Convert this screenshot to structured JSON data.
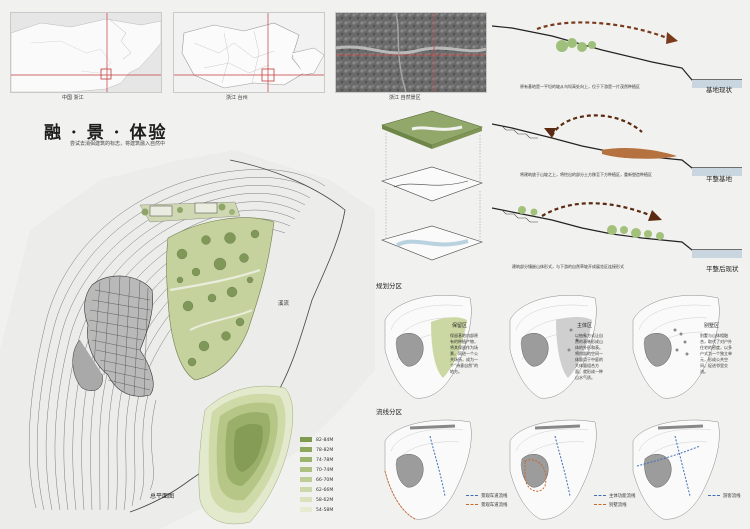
{
  "maps": [
    {
      "caption": "中国  浙江"
    },
    {
      "caption": "浙江  台州"
    },
    {
      "caption": "浙江  自然景区"
    }
  ],
  "title": "融 · 景 · 体验",
  "subtitle": "尝试去消弭建筑的标志，将建筑融入自然中",
  "site_plan": {
    "caption": "总平面图",
    "stream_label": "溪流"
  },
  "legend": [
    {
      "label": "82-84M",
      "color": "#7f9a4f"
    },
    {
      "label": "78-82M",
      "color": "#8ea75d"
    },
    {
      "label": "74-78M",
      "color": "#9db46e"
    },
    {
      "label": "70-74M",
      "color": "#aec181"
    },
    {
      "label": "66-70M",
      "color": "#becd95"
    },
    {
      "label": "62-66M",
      "color": "#ccd8a9"
    },
    {
      "label": "58-62M",
      "color": "#d9e2bd"
    },
    {
      "label": "54-58M",
      "color": "#e6ecd2"
    }
  ],
  "sections": [
    {
      "label": "基地现状",
      "note": "原有基地是一平坦的坡从乌坝高处向上，位于下游是一片茂然种植区"
    },
    {
      "label": "平整基地",
      "note": "将建筑放于山坡之上，将挖出的部分土方移至下方种植区，重新塑造种植区"
    },
    {
      "label": "平整后现状",
      "note": "建筑部分镶嵌山体形式，与下游的自然草坡开成展览区连接形式"
    }
  ],
  "zoning": {
    "title": "规划分区",
    "zones": [
      {
        "label": "保留区",
        "note": "保留基地内部原有的种植产物，将其保留作为场景，同进一个公共场所，成为一个“诗意自然”的地方。"
      },
      {
        "label": "主体区",
        "note": "以抽象方式让自然的表林形成山体的外形和表。将内部的空间一体量用于中庭的大体量组合方面，就形成一种山水气质。"
      },
      {
        "label": "别墅区",
        "note": "别墅与山体相融合，取代了对户外住宅的密度，以多户式为一个独立单元，形成公共空间，促进邻里交流。"
      }
    ]
  },
  "flow": {
    "title": "流线分区",
    "legend_a": [
      {
        "label": "景观车道流线",
        "color": "#3f6fb5"
      },
      {
        "label": "景观车道流线",
        "color": "#c9682b"
      }
    ],
    "legend_b": [
      {
        "label": "主体功能流线",
        "color": "#3f6fb5"
      },
      {
        "label": "别墅流线",
        "color": "#c9682b"
      }
    ],
    "legend_c": [
      {
        "label": "游客流线",
        "color": "#3f6fb5"
      }
    ]
  }
}
